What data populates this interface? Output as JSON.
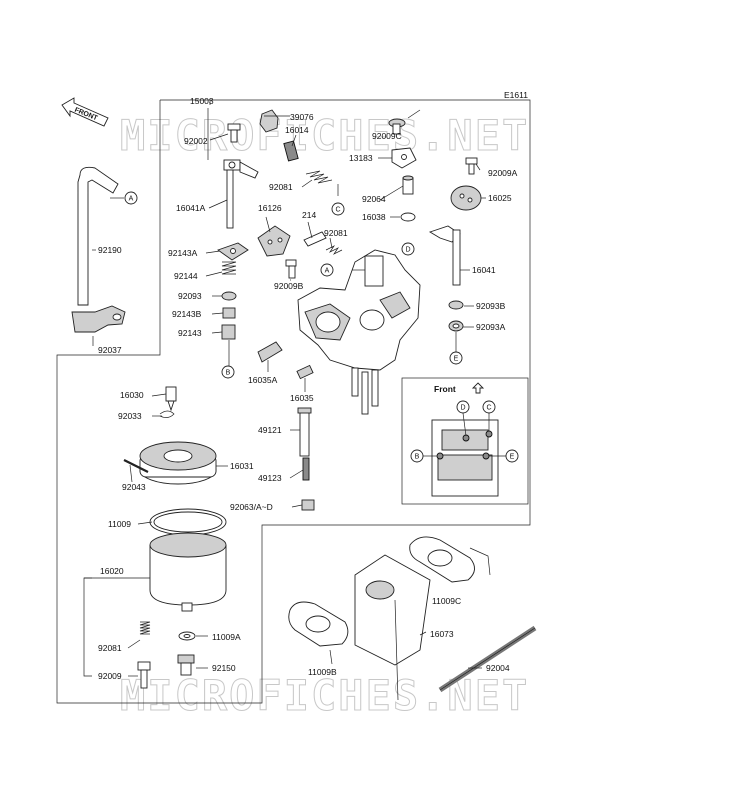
{
  "diagram_code": "E1611",
  "front_arrow_label": "FRONT",
  "inset_front_label": "Front",
  "watermark": "MICROFICHES.NET",
  "labels": {
    "p15003": "15003",
    "p39076": "39076",
    "p92002": "92002",
    "p16014": "16014",
    "p92009C": "92009C",
    "p13183": "13183",
    "p92009A": "92009A",
    "p92081a": "92081",
    "p92064": "92064",
    "p16025": "16025",
    "p16041A": "16041A",
    "p16126": "16126",
    "p214": "214",
    "p92081b": "92081",
    "p16038": "16038",
    "p92190": "92190",
    "p92143A": "92143A",
    "p16041": "16041",
    "p92144": "92144",
    "p92009B": "92009B",
    "p92093a": "92093",
    "p92093B": "92093B",
    "p92143B": "92143B",
    "p92093A": "92093A",
    "p92143": "92143",
    "p92037": "92037",
    "p16035A": "16035A",
    "p16030": "16030",
    "p16035": "16035",
    "p92033": "92033",
    "p49121": "49121",
    "p16031": "16031",
    "p92043": "92043",
    "p49123": "49123",
    "p92063": "92063/A~D",
    "p11009": "11009",
    "p16020": "16020",
    "p11009C": "11009C",
    "p16073": "16073",
    "p92081c": "92081",
    "p11009A": "11009A",
    "p92150": "92150",
    "p11009B": "11009B",
    "p92004": "92004",
    "p92009": "92009"
  },
  "callouts": {
    "A": "A",
    "B": "B",
    "C": "C",
    "D": "D",
    "E": "E"
  }
}
